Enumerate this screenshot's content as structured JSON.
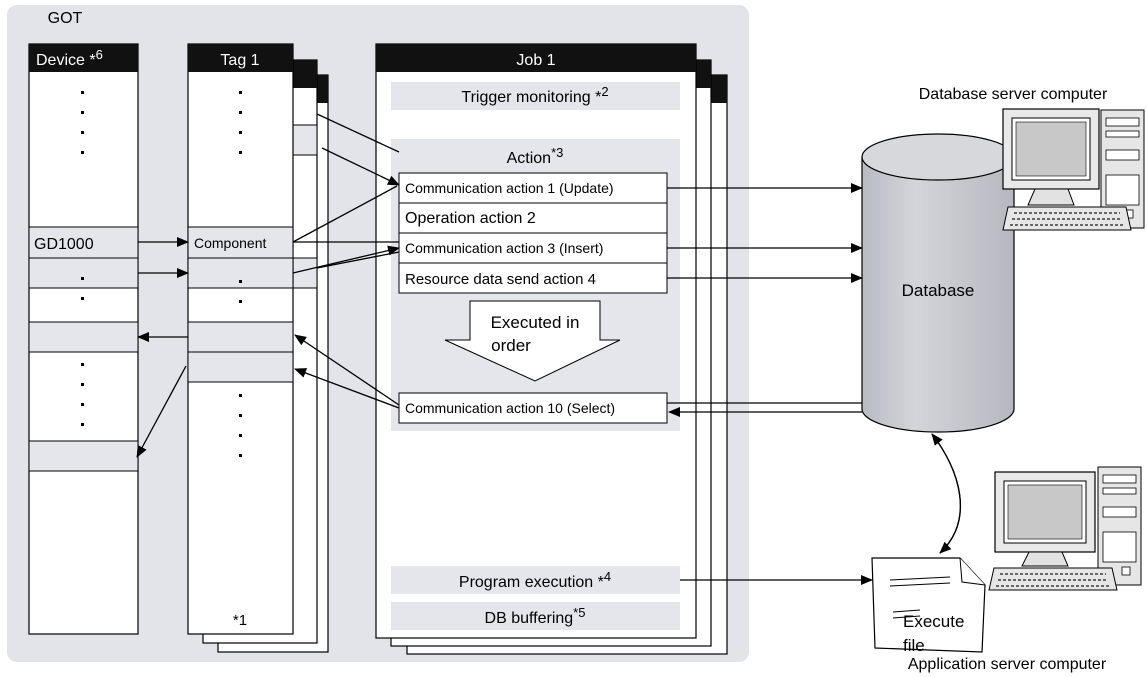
{
  "got": {
    "title": "GOT",
    "device": {
      "header": "Device *",
      "header_sup": "6",
      "cell_gd1000": "GD1000",
      "dot": "·"
    },
    "tag": {
      "header": "Tag 1",
      "component": "Component",
      "footnote": "*1"
    },
    "job": {
      "header": "Job 1",
      "trigger": "Trigger monitoring *",
      "trigger_sup": "2",
      "action_title": "Action",
      "action_sup": "*3",
      "actions": [
        "Communication action 1 (Update)",
        "Operation action 2",
        "Communication action 3 (Insert)",
        "Resource data send action 4"
      ],
      "executed_line1": "Executed in",
      "executed_line2": "order",
      "action10": "Communication action 10 (Select)",
      "program": "Program execution *",
      "program_sup": "4",
      "buffering": "DB buffering",
      "buffering_sup": "*5"
    }
  },
  "database": {
    "label": "Database",
    "server_label": "Database server computer"
  },
  "application": {
    "execute_line1": "Execute",
    "execute_line2": "file",
    "server_label": "Application server computer"
  },
  "colors": {
    "panel": "#e2e4ea",
    "header": "#111111",
    "cell_gray": "#e4e6eb",
    "db_gray": "#c9cbd0"
  }
}
